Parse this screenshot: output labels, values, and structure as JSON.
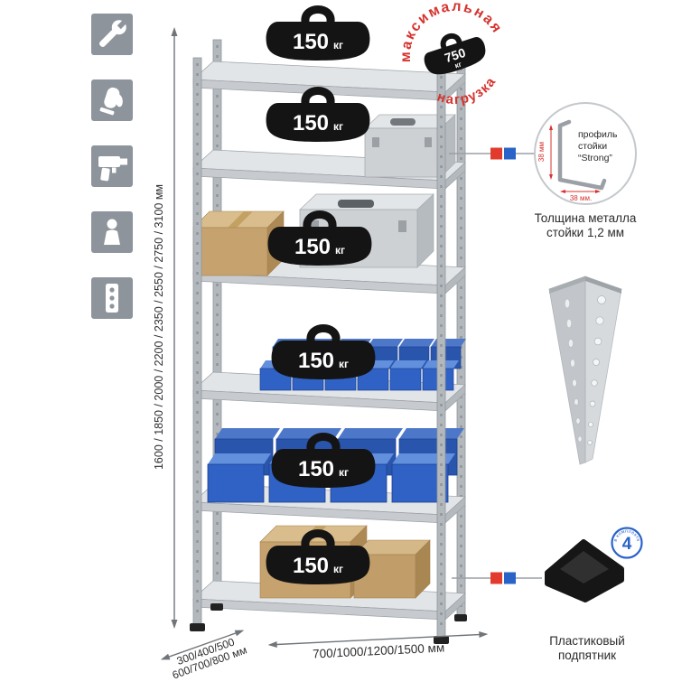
{
  "page": {
    "background": "#ffffff"
  },
  "colors": {
    "accent_red": "#d6332f",
    "accent_blue": "#2a63c8",
    "bin_blue": "#2f62c4",
    "metal_gray": "#b6bbc0",
    "cardboard": "#c6a26e",
    "badge_black": "#141414"
  },
  "left_feature_icons": [
    "wrench-icon",
    "glove-icon",
    "drill-icon",
    "person-icon",
    "upright-icon"
  ],
  "dimensions": {
    "height_label": "1600 / 1850 / 2000 / 2200 / 2350 / 2550 / 2750 / 3100 мм",
    "depth_label_line1": "300/400/500",
    "depth_label_line2": "600/700/800 мм",
    "width_label": "700/1000/1200/1500 мм"
  },
  "shelves": [
    {
      "load": "150",
      "unit": "кг"
    },
    {
      "load": "150",
      "unit": "кг"
    },
    {
      "load": "150",
      "unit": "кг"
    },
    {
      "load": "150",
      "unit": "кг"
    },
    {
      "load": "150",
      "unit": "кг"
    },
    {
      "load": "150",
      "unit": "кг"
    }
  ],
  "stamp": {
    "arc_top": "максимальная",
    "arc_bottom": "нагрузка",
    "value": "750",
    "unit": "кг"
  },
  "profile_detail": {
    "label_line1": "профиль",
    "label_line2": "стойки",
    "label_line3": "“Strong”",
    "dim_height": "38 мм",
    "dim_width": "38 мм.",
    "caption_line1": "Толщина металла",
    "caption_line2": "стойки 1,2 мм"
  },
  "foot_detail": {
    "badge_number": "4",
    "badge_ring_text": "в комплекте",
    "caption_line1": "Пластиковый",
    "caption_line2": "подпятник"
  }
}
